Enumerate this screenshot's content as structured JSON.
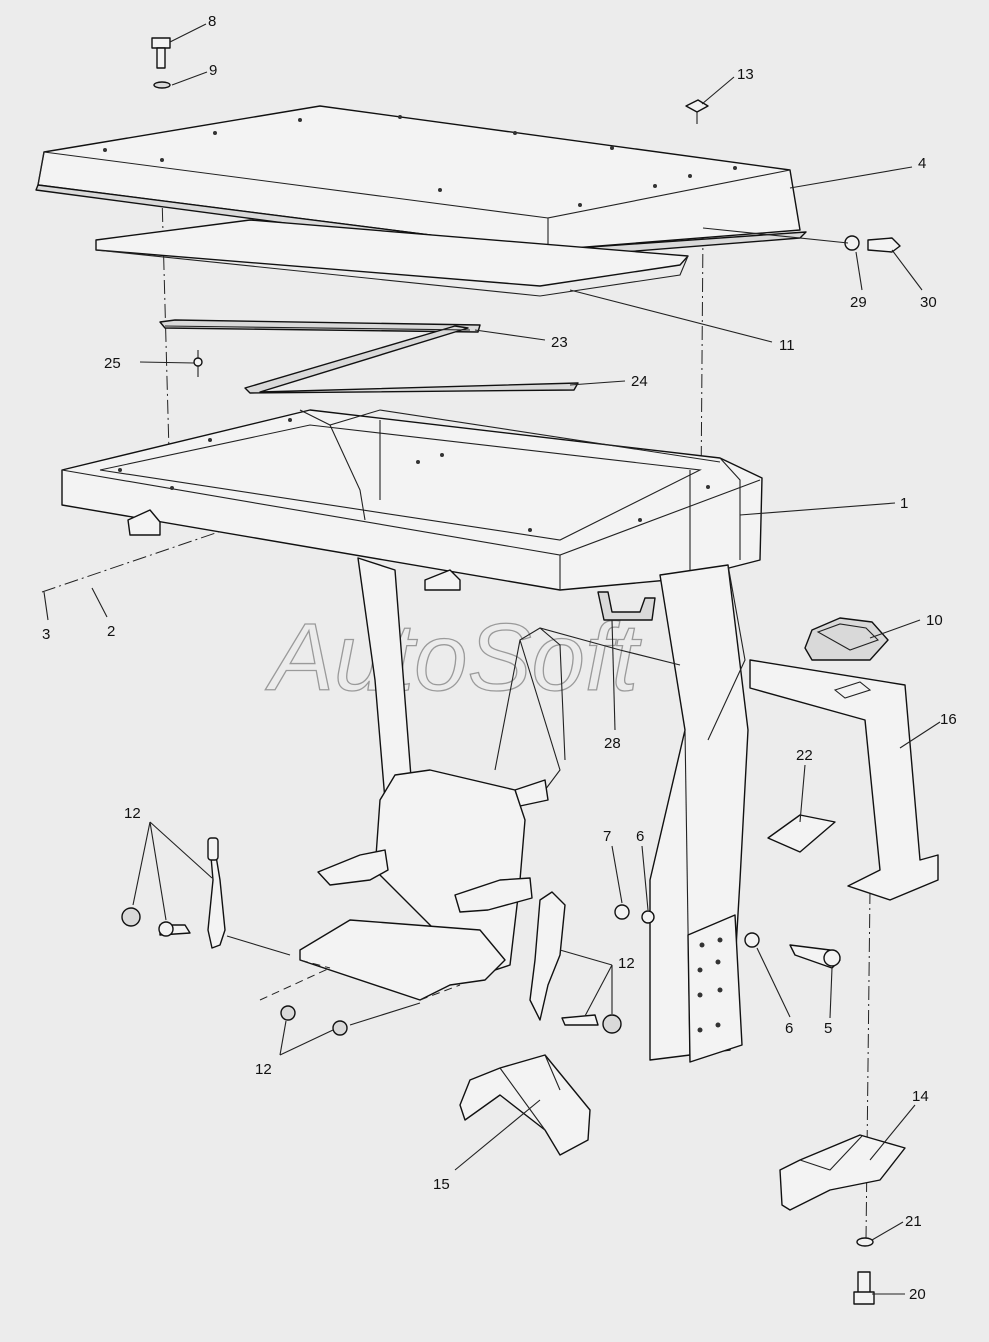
{
  "watermark": "AutoSoft",
  "callouts": [
    {
      "id": "c8",
      "text": "8"
    },
    {
      "id": "c9",
      "text": "9"
    },
    {
      "id": "c13",
      "text": "13"
    },
    {
      "id": "c4",
      "text": "4"
    },
    {
      "id": "c29",
      "text": "29"
    },
    {
      "id": "c30",
      "text": "30"
    },
    {
      "id": "c11",
      "text": "11"
    },
    {
      "id": "c23",
      "text": "23"
    },
    {
      "id": "c25",
      "text": "25"
    },
    {
      "id": "c24",
      "text": "24"
    },
    {
      "id": "c1",
      "text": "1"
    },
    {
      "id": "c3",
      "text": "3"
    },
    {
      "id": "c2",
      "text": "2"
    },
    {
      "id": "c10",
      "text": "10"
    },
    {
      "id": "c28",
      "text": "28"
    },
    {
      "id": "c16",
      "text": "16"
    },
    {
      "id": "c22",
      "text": "22"
    },
    {
      "id": "c12a",
      "text": "12"
    },
    {
      "id": "c7",
      "text": "7"
    },
    {
      "id": "c6a",
      "text": "6"
    },
    {
      "id": "c12b",
      "text": "12"
    },
    {
      "id": "c6b",
      "text": "6"
    },
    {
      "id": "c5",
      "text": "5"
    },
    {
      "id": "c12c",
      "text": "12"
    },
    {
      "id": "c15",
      "text": "15"
    },
    {
      "id": "c14",
      "text": "14"
    },
    {
      "id": "c21",
      "text": "21"
    },
    {
      "id": "c20",
      "text": "20"
    }
  ]
}
